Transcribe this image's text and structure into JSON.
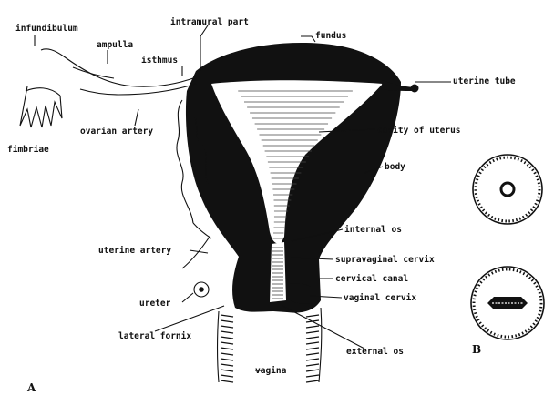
{
  "labels": {
    "infundibulum": "infundibulum",
    "ampulla": "ampulla",
    "intramural_part": "intramural part",
    "fundus": "fundus",
    "isthmus": "isthmus",
    "uterine_tube": "uterine tube",
    "fimbriae": "fimbriae",
    "ovarian_artery": "ovarian artery",
    "cavity_of_uterus": "cavity of uterus",
    "body": "body",
    "internal_os": "internal os",
    "supravaginal_cervix": "supravaginal cervix",
    "cervical_canal": "cervical canal",
    "vaginal_cervix": "vaginal cervix",
    "uterine_artery": "uterine artery",
    "ureter": "ureter",
    "lateral_fornix": "lateral fornix",
    "external_os": "external os",
    "vagina": "vagina"
  },
  "panels": {
    "a": "A",
    "b": "B"
  },
  "colors": {
    "ink": "#111111",
    "paper": "#ffffff"
  }
}
